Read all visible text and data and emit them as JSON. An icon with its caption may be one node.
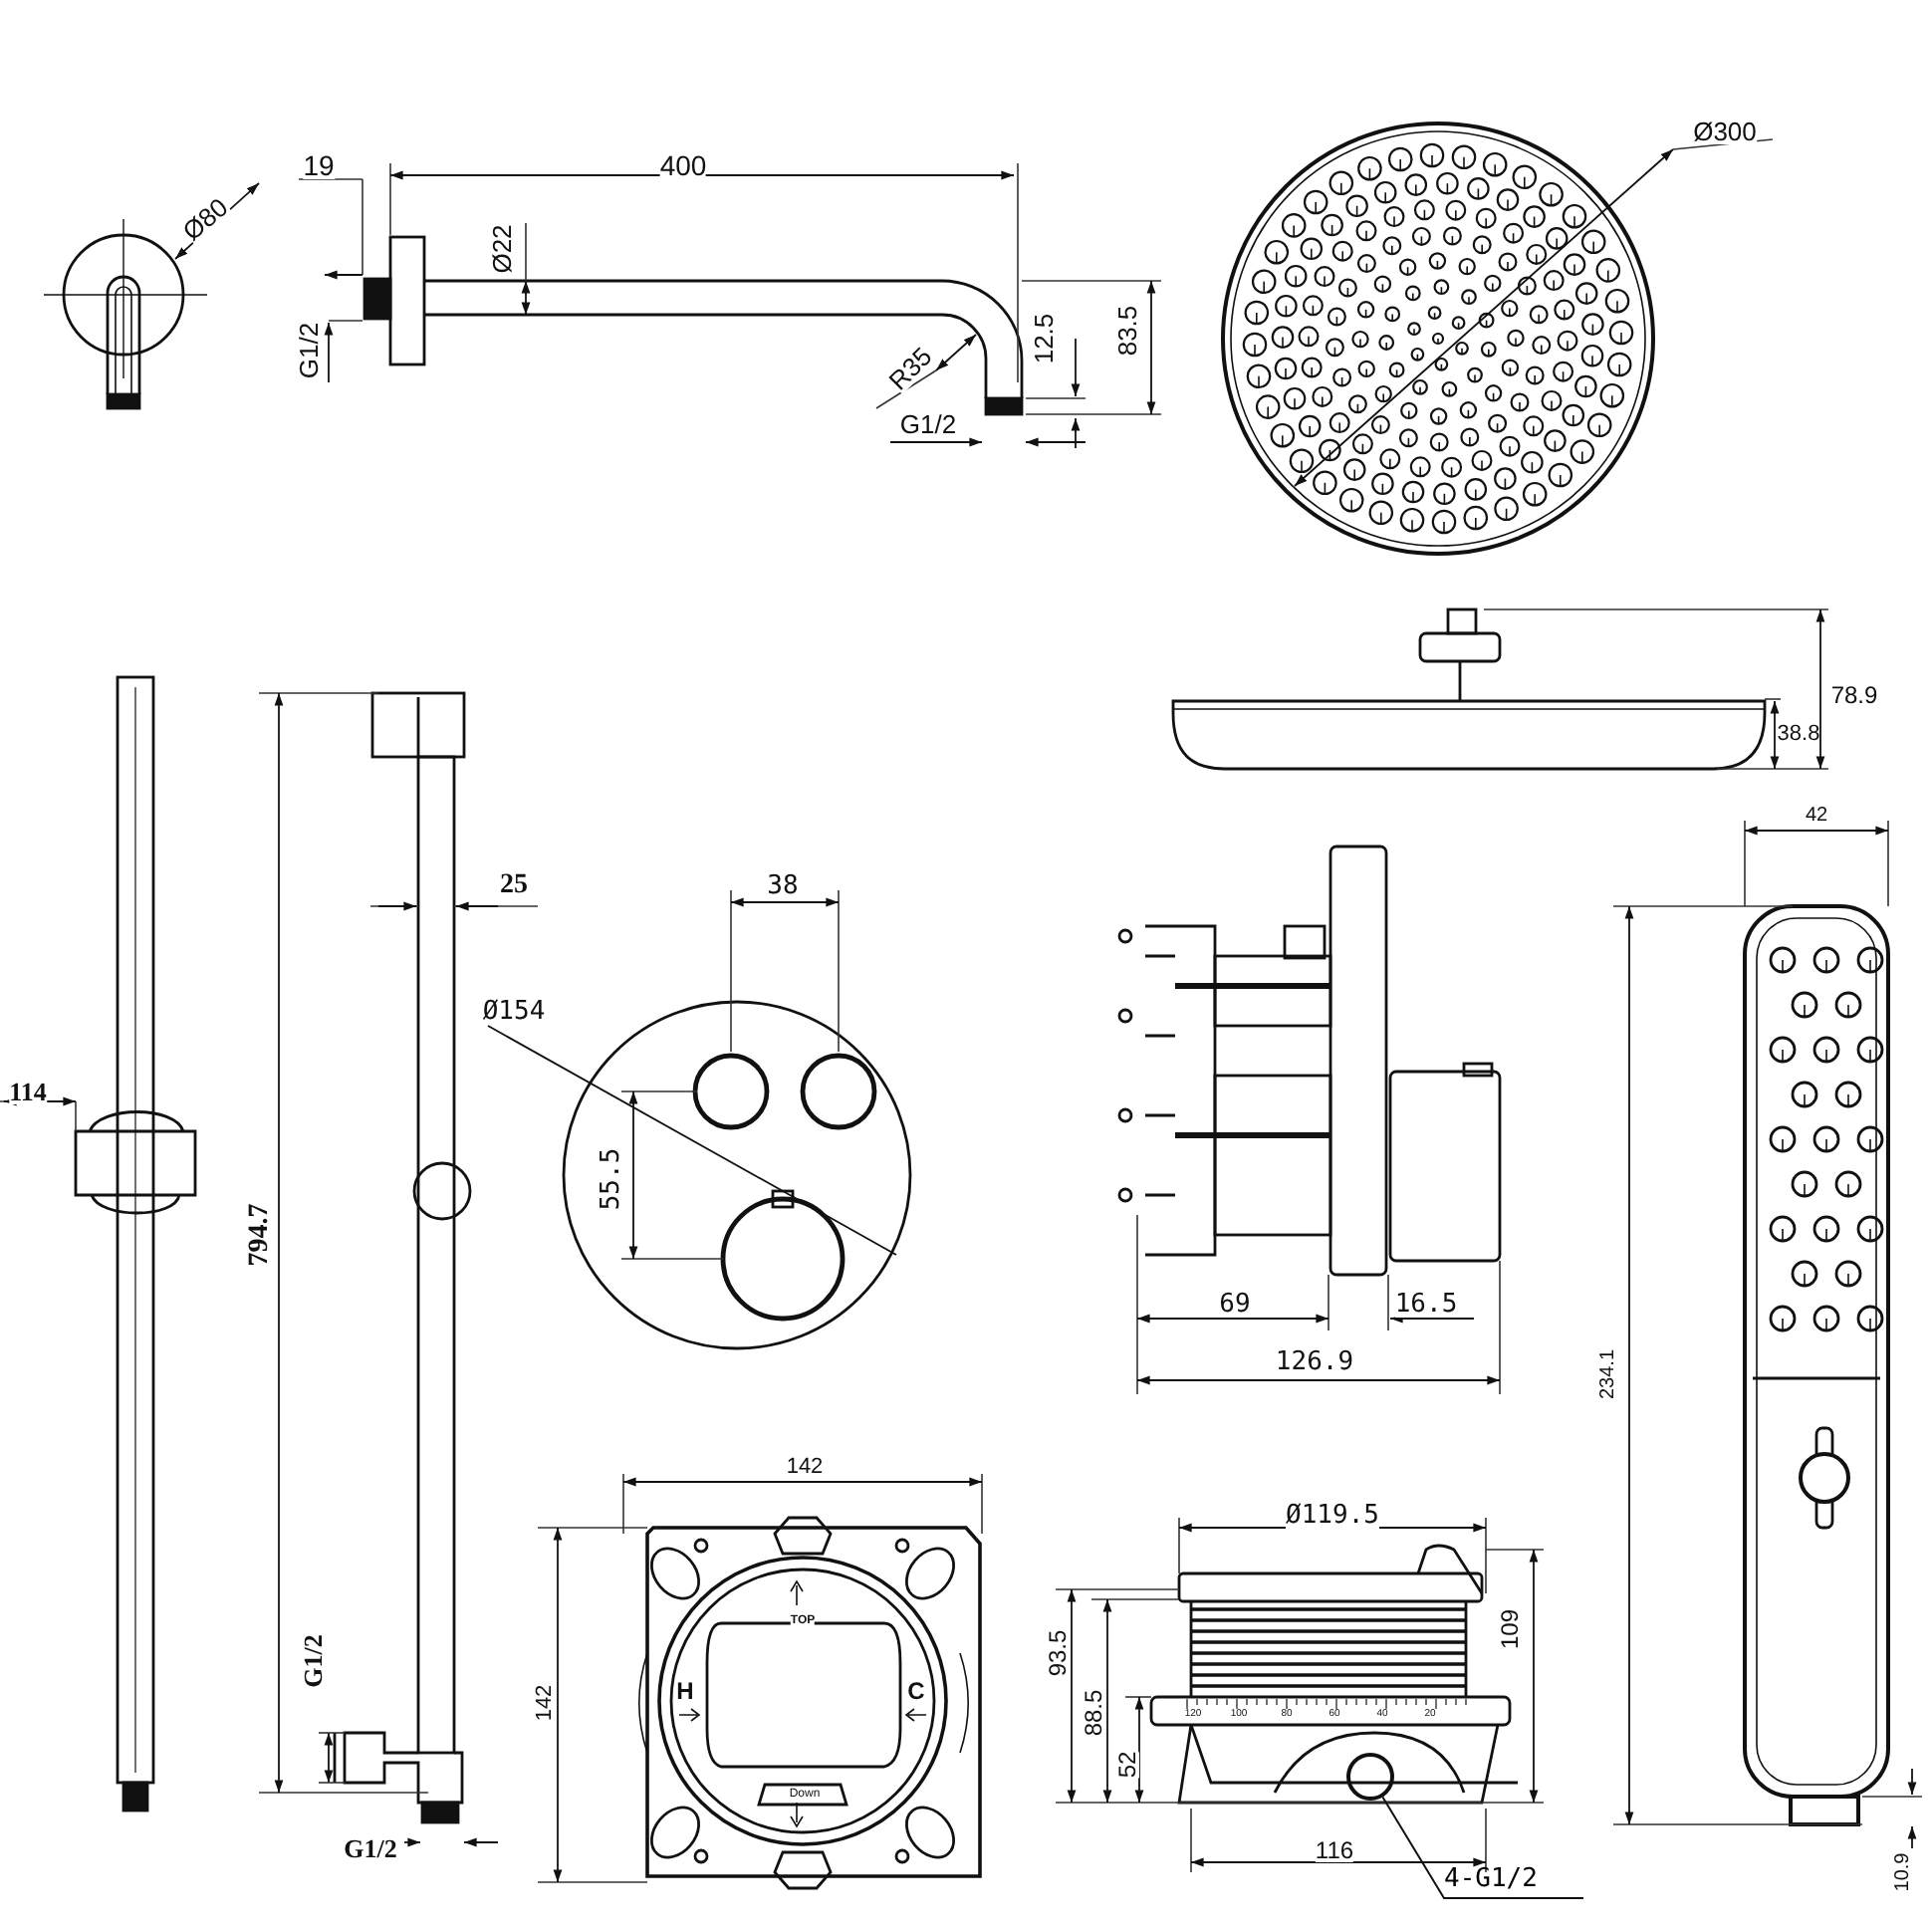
{
  "diagram": {
    "nodes": [
      {
        "text": [
          "4-G1/2"
        ]
      },
      {
        "text": [],
        "shape": "circle"
      }
    ],
    "edges": [
      {
        "from": 0,
        "to": 1,
        "arrow": "none"
      }
    ],
    "labels": [
      "19",
      "400",
      "Ø300",
      "Ø80",
      "Ø22",
      "G1/2",
      "12.5",
      "83.5",
      "R35",
      "G1/2",
      "78.9",
      "38.8",
      "42",
      "25",
      "38",
      "Ø154",
      "114",
      "794.7",
      "55.5",
      "69",
      "16.5",
      "234.1",
      "126.9",
      "142",
      "Ø119.5",
      "TOP",
      "109",
      "93.5",
      "88.5",
      "H",
      "C",
      "142",
      "G1/2",
      "120",
      "100",
      "80",
      "60",
      "40",
      "20",
      "52",
      "Down",
      "G1/2",
      "116",
      "10.9"
    ]
  }
}
